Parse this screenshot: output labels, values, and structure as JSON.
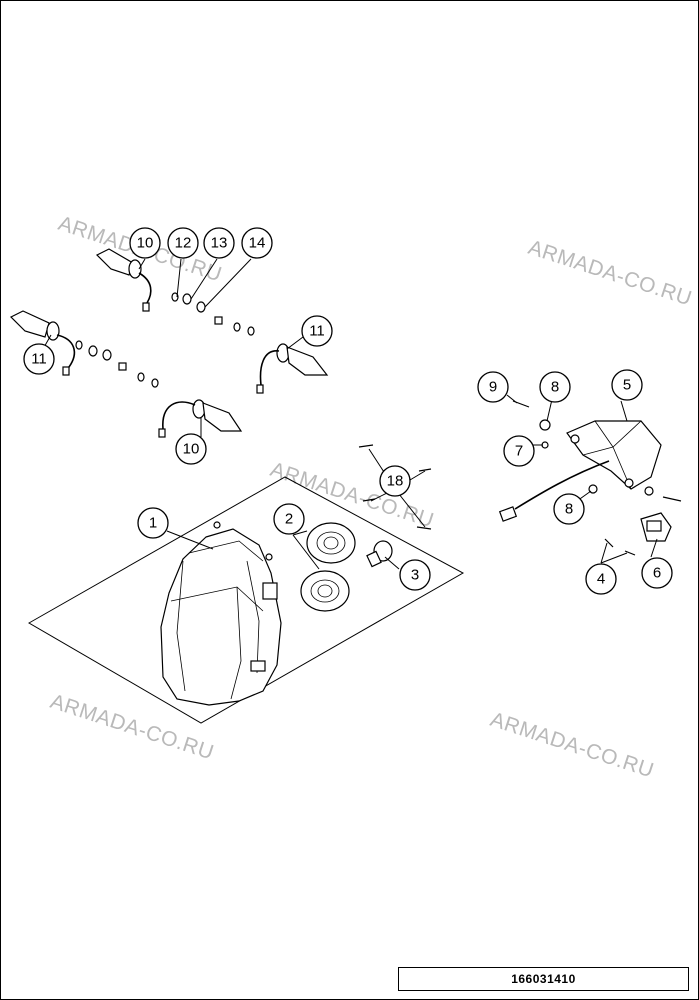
{
  "watermark": "ARMADA-CO.RU",
  "document_number": "166031410",
  "callouts": [
    {
      "label": "1"
    },
    {
      "label": "2"
    },
    {
      "label": "3"
    },
    {
      "label": "4"
    },
    {
      "label": "5"
    },
    {
      "label": "6"
    },
    {
      "label": "7"
    },
    {
      "label": "8"
    },
    {
      "label": "8"
    },
    {
      "label": "9"
    },
    {
      "label": "10"
    },
    {
      "label": "10"
    },
    {
      "label": "11"
    },
    {
      "label": "11"
    },
    {
      "label": "12"
    },
    {
      "label": "13"
    },
    {
      "label": "14"
    },
    {
      "label": "18"
    }
  ]
}
